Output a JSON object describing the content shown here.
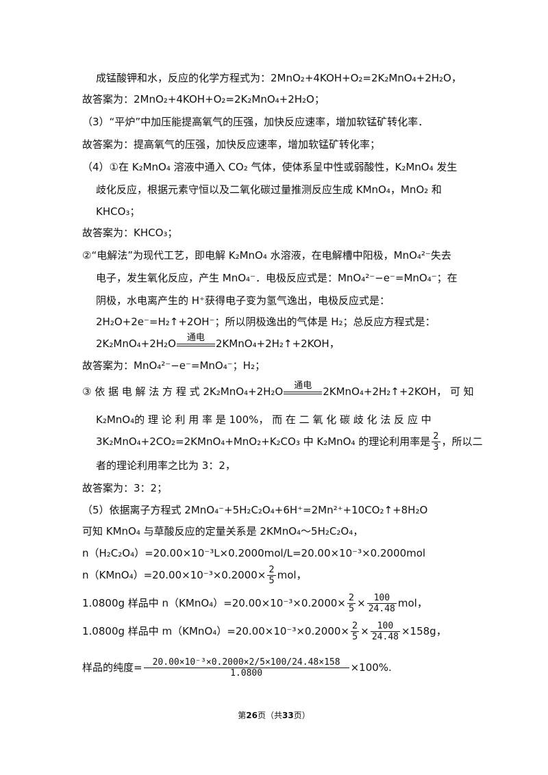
{
  "footer": {
    "pre": "第",
    "page": "26",
    "mid": "页（共",
    "total": "33",
    "post": "页）"
  },
  "eq_condition": "通电",
  "lines": {
    "l1": "成锰酸钾和水，反应的化学方程式为：2MnO₂+4KOH+O₂=2K₂MnO₄+2H₂O，",
    "l2": "故答案为：2MnO₂+4KOH+O₂=2K₂MnO₄+2H₂O；",
    "l3": "（3）“平炉”中加压能提高氧气的压强，加快反应速率，增加软锰矿转化率．",
    "l4": "故答案为：提高氧气的压强，加快反应速率，增加软锰矿转化率；",
    "l5": "（4）①在 K₂MnO₄ 溶液中通入 CO₂ 气体，使体系呈中性或弱酸性，K₂MnO₄ 发生",
    "l6": "歧化反应，根据元素守恒以及二氧化碳过量推测反应生成 KMnO₄，MnO₂ 和",
    "l7": "KHCO₃；",
    "l8": "故答案为：KHCO₃；",
    "l9": "②“电解法”为现代工艺，即电解 K₂MnO₄ 水溶液，在电解槽中阳极，MnO₄²⁻失去",
    "l10": "电子，发生氧化反应，产生 MnO₄⁻．电极反应式是：MnO₄²⁻−e⁻=MnO₄⁻；在",
    "l11": "阴极，水电离产生的 H⁺获得电子变为氢气逸出，电极反应式是：",
    "l12": "2H₂O+2e⁻=H₂↑+2OH⁻；所以阴极逸出的气体是 H₂；总反应方程式是：",
    "l13a": "2K₂MnO₄+2H₂O",
    "l13b": "2KMnO₄+2H₂↑+2KOH，",
    "l14": "故答案为：MnO₄²⁻−e⁻=MnO₄⁻；H₂；",
    "l15a": "③ 依 据 电 解 法 方 程 式 2K₂MnO₄+2H₂O",
    "l15b": "2KMnO₄+2H₂↑+2KOH， 可 知",
    "l16": "K₂MnO₄的 理 论 利 用 率 是 100%， 而 在 二 氧 化 碳 歧 化 法 反 应 中",
    "l17a": "3K₂MnO₄+2CO₂=2KMnO₄+MnO₂+K₂CO₃ 中 K₂MnO₄ 的理论利用率是",
    "l17b": "，所以二",
    "l18": "者的理论利用率之比为 3：2，",
    "l19": "故答案为：3：2；",
    "l20": "（5）依据离子方程式 2MnO₄⁻+5H₂C₂O₄+6H⁺=2Mn²⁺+10CO₂↑+8H₂O",
    "l21": "可知 KMnO₄ 与草酸反应的定量关系是 2KMnO₄～5H₂C₂O₄，",
    "l22": "n（H₂C₂O₄）=20.00×10⁻³L×0.2000mol/L=20.00×10⁻³×0.2000mol",
    "l23a": "n（KMnO₄）=20.00×10⁻³×0.2000×",
    "l23b": "mol，",
    "l24a": "1.0800g 样品中 n（KMnO₄）=20.00×10⁻³×0.2000×",
    "l24b": "mol，",
    "l25a": "1.0800g 样品中 m（KMnO₄）=20.00×10⁻³×0.2000×",
    "l25b": "×158g，",
    "l26a": "样品的纯度=",
    "l26b": "×100%."
  },
  "fractions": {
    "two_thirds": {
      "num": "2",
      "den": "3"
    },
    "two_fifths": {
      "num": "2",
      "den": "5"
    },
    "hundred": {
      "num": "100",
      "den": "24.48"
    },
    "purity": {
      "num": "20.00×10⁻³×0.2000×2/5×100/24.48×158",
      "den": "1.0800"
    }
  }
}
